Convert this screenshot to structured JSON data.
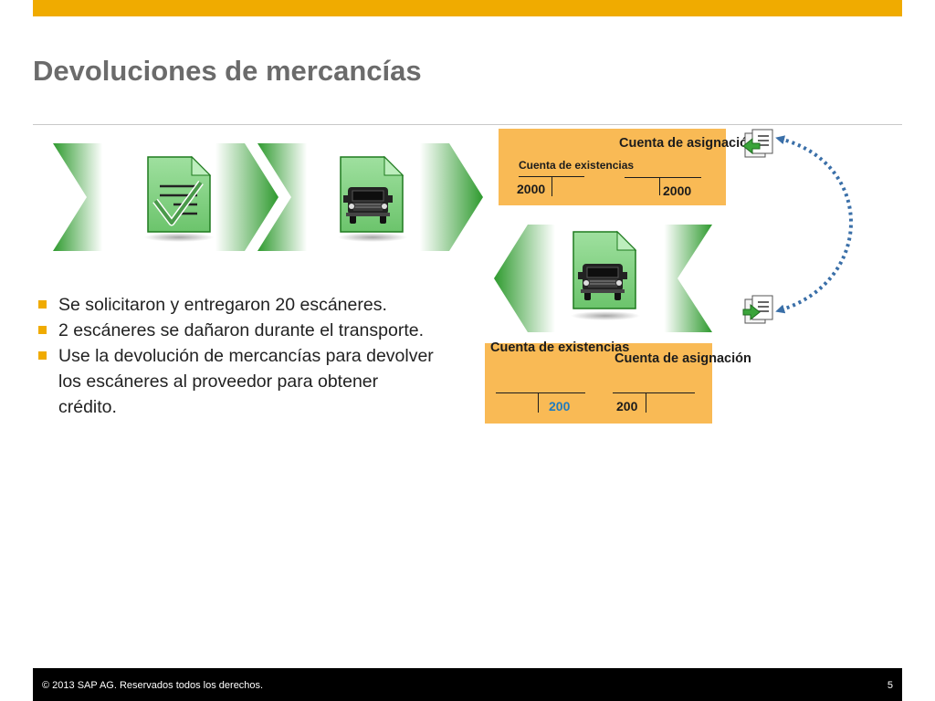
{
  "colors": {
    "accent": "#f0ab00",
    "account_box": "#f9ba55",
    "title": "#6b6b6b",
    "arrow_green": "#2e9a2e",
    "blue_value": "#1f7bbf",
    "dotted_arrow": "#3a6fa8"
  },
  "title": "Devoluciones de mercancías",
  "bullets": [
    "Se solicitaron y entregaron 20 escáneres.",
    "2 escáneres se dañaron durante el transporte.",
    "Use la devolución de mercancías para devolver los escáneres al proveedor para obtener crédito."
  ],
  "process_steps": [
    {
      "icon": "checklist-document-icon"
    },
    {
      "icon": "delivery-truck-icon"
    },
    {
      "icon": "delivery-truck-icon"
    }
  ],
  "posting_top": {
    "left_account": {
      "label": "Cuenta de existencias",
      "value": "2000"
    },
    "right_account": {
      "label": "Cuenta de asignación",
      "value": "2000"
    }
  },
  "posting_bottom": {
    "left_account": {
      "label": "Cuenta de existencias",
      "value": "200"
    },
    "right_account": {
      "label": "Cuenta de asignación",
      "value": "200"
    }
  },
  "side_icons": [
    "document-export-icon",
    "document-import-icon"
  ],
  "footer": {
    "copyright": "© 2013 SAP AG. Reservados todos los derechos.",
    "page_number": "5"
  }
}
